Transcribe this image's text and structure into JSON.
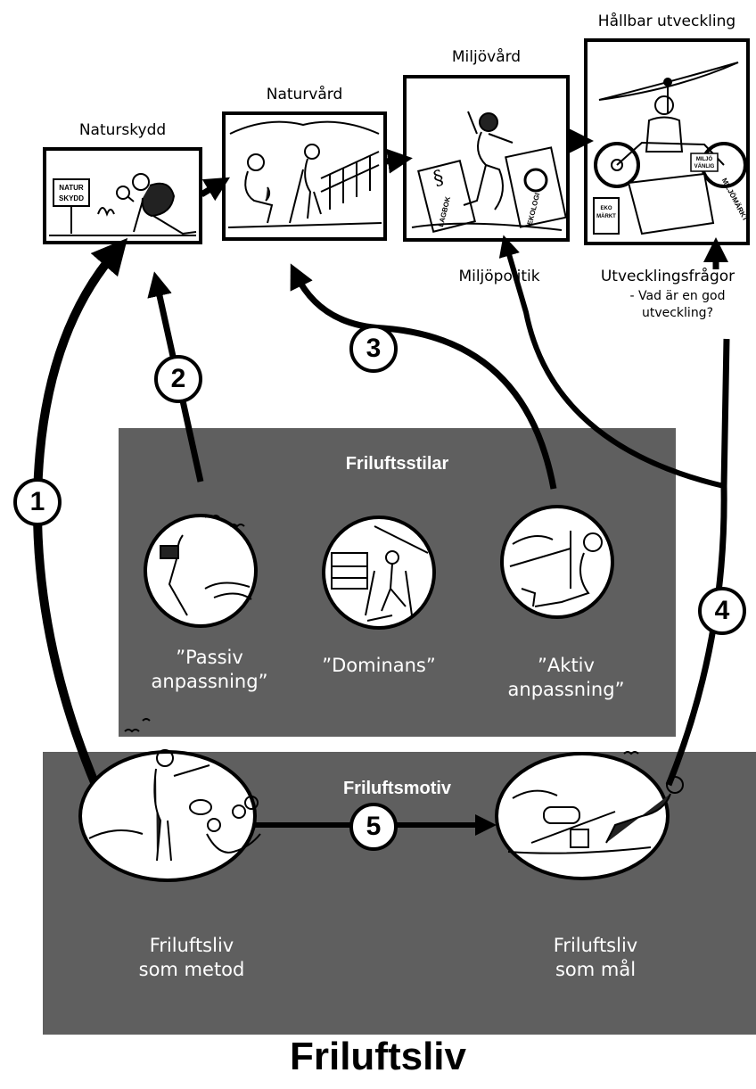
{
  "stages": [
    {
      "id": "naturskydd",
      "label": "Naturskydd"
    },
    {
      "id": "naturvard",
      "label": "Naturvård"
    },
    {
      "id": "miljovard",
      "label": "Miljövård"
    },
    {
      "id": "hallbar",
      "label": "Hållbar utveckling"
    }
  ],
  "illustration_text": {
    "sign": [
      "NATUR",
      "SKYDD"
    ],
    "lagbok": "LAGBOK",
    "ekologi": "EKOLOGI",
    "ekomarkt": [
      "EKO",
      "MÄRKT"
    ],
    "miljo_vanlig": [
      "MILJÖ",
      "VÄNLIG"
    ],
    "miljomarkt": "MILJÖMÄRKT"
  },
  "side_labels": {
    "miljopolitik": "Miljöpolitik",
    "utvecklingsfragor": "Utvecklingsfrågor",
    "utveckling_q1": "- Vad är en god",
    "utveckling_q2": "utveckling?"
  },
  "friluftsstilar": {
    "title": "Friluftsstilar",
    "styles": [
      {
        "lines": [
          "”Passiv",
          "anpassning”"
        ]
      },
      {
        "lines": [
          "”Dominans”"
        ]
      },
      {
        "lines": [
          "”Aktiv",
          "anpassning”"
        ]
      }
    ]
  },
  "friluftsmotiv": {
    "title": "Friluftsmotiv",
    "motives": [
      {
        "lines": [
          "Friluftsliv",
          "som metod"
        ]
      },
      {
        "lines": [
          "Friluftsliv",
          "som mål"
        ]
      }
    ]
  },
  "arrow_numbers": [
    "1",
    "2",
    "3",
    "4",
    "5"
  ],
  "main_title": "Friluftsliv",
  "colors": {
    "panel": "#5f5f5f",
    "ink": "#000000",
    "paper": "#ffffff"
  }
}
